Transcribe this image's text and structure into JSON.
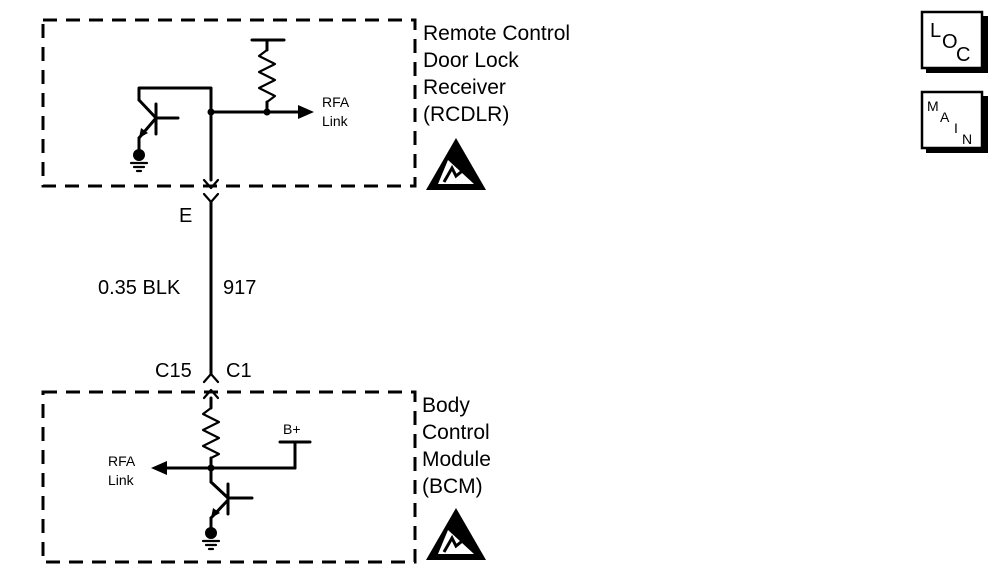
{
  "receiver": {
    "title_line1": "Remote Control",
    "title_line2": "Door Lock",
    "title_line3": "Receiver",
    "title_line4": "(RCDLR)",
    "link_line1": "RFA",
    "link_line2": "Link"
  },
  "wire": {
    "terminal_top": "E",
    "gauge_color": "0.35 BLK",
    "circuit_number": "917",
    "connector": "C15",
    "terminal_bottom": "C1"
  },
  "bcm": {
    "title_line1": "Body",
    "title_line2": "Control",
    "title_line3": "Module",
    "title_line4": "(BCM)",
    "link_line1": "RFA",
    "link_line2": "Link",
    "supply": "B+"
  },
  "buttons": {
    "loc": [
      "L",
      "O",
      "C"
    ],
    "main": [
      "M",
      "A",
      "I",
      "N"
    ]
  },
  "icons": [
    "esd-sensitive-icon",
    "ground-icon",
    "arrow-icon"
  ]
}
